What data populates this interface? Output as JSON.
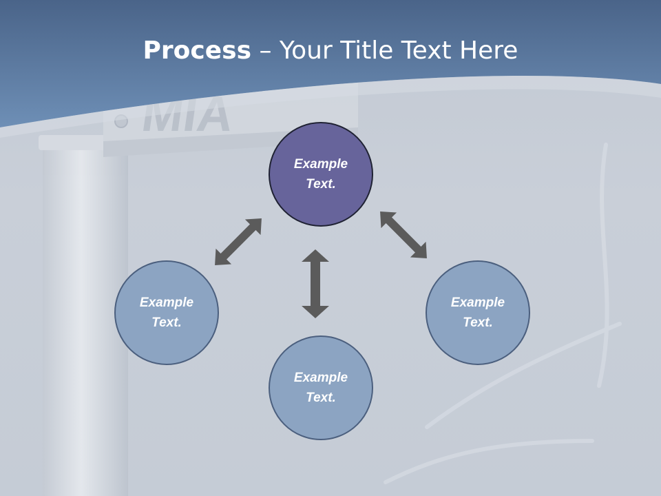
{
  "title": {
    "bold": "Process",
    "rest": " – Your Title Text Here"
  },
  "diagram": {
    "nodes": {
      "top": "Example Text.",
      "left": "Example Text.",
      "bottom": "Example Text.",
      "right": "Example Text."
    }
  },
  "colors": {
    "header": "#5b78a0",
    "top_node": "#67649b",
    "other_nodes": "#8ca4c2",
    "arrows": "#5b5b5b",
    "title_text": "#ffffff"
  },
  "background_sign_text": "MIA"
}
